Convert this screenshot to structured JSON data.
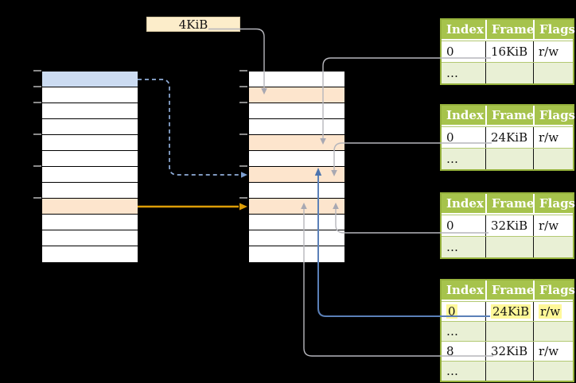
{
  "page_size_box": {
    "label": "4KiB"
  },
  "frame_tables": {
    "headers": [
      "Index",
      "Frame",
      "Flags"
    ],
    "t1": {
      "rows": [
        [
          "0",
          "16KiB",
          "r/w"
        ],
        [
          "…",
          "",
          ""
        ]
      ]
    },
    "t2": {
      "rows": [
        [
          "0",
          "24KiB",
          "r/w"
        ],
        [
          "…",
          "",
          ""
        ]
      ]
    },
    "t3": {
      "rows": [
        [
          "0",
          "32KiB",
          "r/w"
        ],
        [
          "…",
          "",
          ""
        ]
      ]
    },
    "t4": {
      "rows": [
        [
          "0",
          "24KiB",
          "r/w"
        ],
        [
          "…",
          "",
          ""
        ],
        [
          "8",
          "32KiB",
          "r/w"
        ],
        [
          "…",
          "",
          ""
        ]
      ],
      "highlighted_row": 0
    }
  },
  "colors": {
    "background": "#000000",
    "page_size_box_fill": "#fcedca",
    "blue_row_fill": "#ccdcf2",
    "orange_row_fill": "#fde5cd",
    "table_header_green": "#a6c34c",
    "table_alt_row_green": "#e9f0d5",
    "table_border_green": "#96b23c",
    "row_separator_green": "#b3c973",
    "yellow_highlight": "#fff899",
    "arrow_gray": "#b6b6bc",
    "arrow_blue_solid": "#5b80b8",
    "arrow_blue_dashed": "#90add9",
    "arrow_orange": "#dd9d07",
    "tick_gray": "#8a8a8a"
  }
}
